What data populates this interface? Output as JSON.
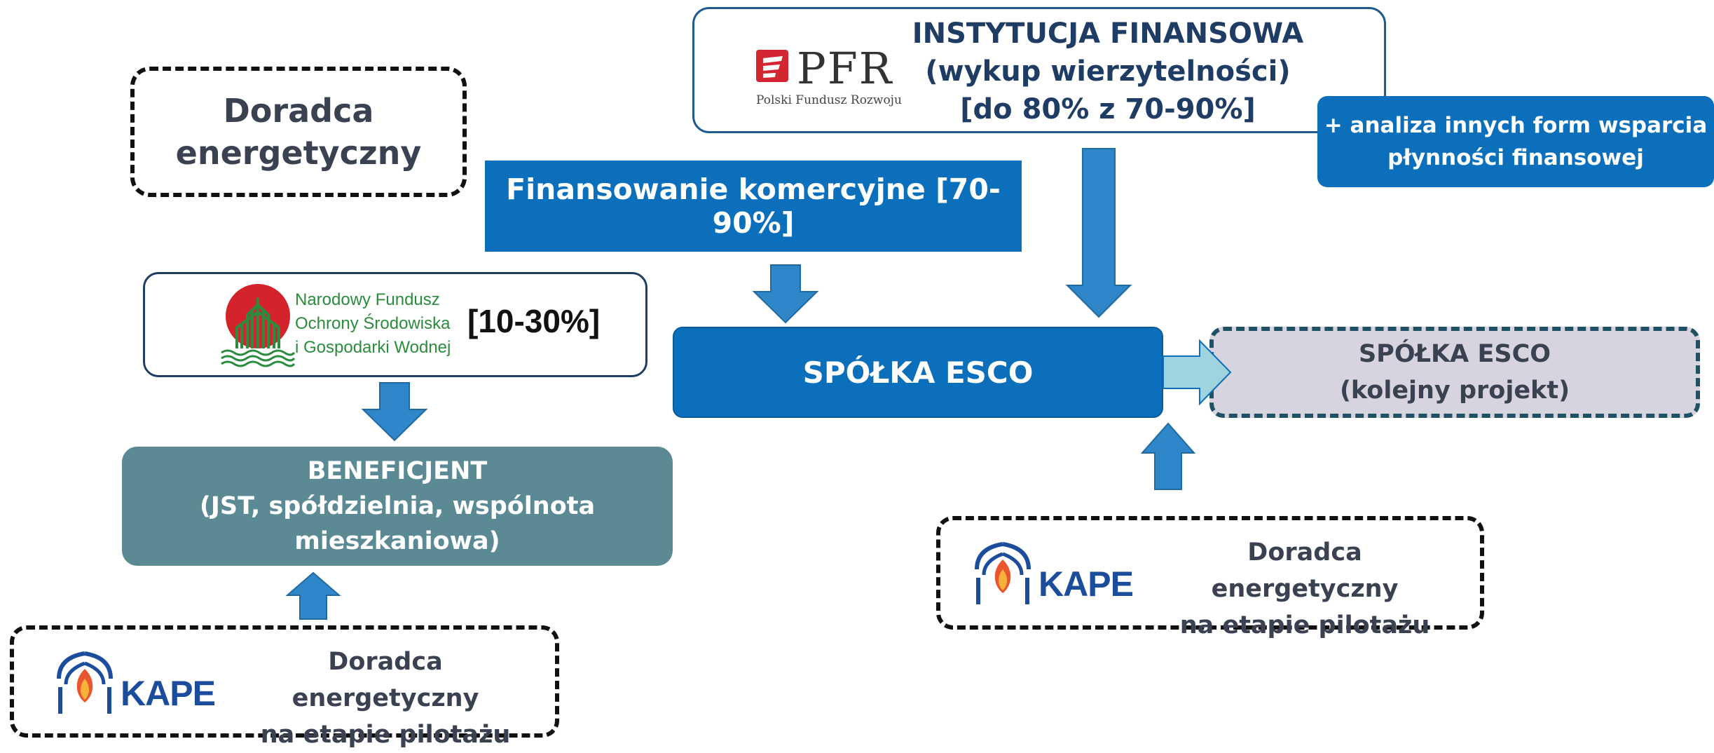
{
  "colors": {
    "primary_blue": "#0c6fbb",
    "teal": "#5b8994",
    "navy_text": "#1f3d64",
    "gray_text": "#3a4150",
    "light_lavender": "#d7d4df",
    "light_cyan_arrow": "#9fd3de",
    "kape_blue": "#1c4d9c",
    "nfos_green": "#2a8c3c",
    "nfos_red": "#d4232a",
    "pfr_red": "#d22630"
  },
  "advisor_top": {
    "label": "Doradca\nenergetyczny"
  },
  "financial_institution": {
    "logo": {
      "mark": "PFR",
      "caption": "Polski Fundusz Rozwoju",
      "icon": "pfr-logo-icon"
    },
    "label": "INSTYTUCJA FINANSOWA\n(wykup wierzytelności)\n[do 80% z 70-90%]"
  },
  "liquidity_analysis": {
    "label": "+ analiza innych form wsparcia\npłynności finansowej"
  },
  "commercial_financing": {
    "label": "Finansowanie komercyjne [70-90%]"
  },
  "nfosigw": {
    "logo": {
      "line1": "Narodowy Fundusz",
      "line2": "Ochrony Środowiska",
      "line3": "i Gospodarki Wodnej",
      "icon": "nfosigw-logo-icon"
    },
    "share": "[10-30%]"
  },
  "esco": {
    "label": "SPÓŁKA ESCO"
  },
  "esco_next": {
    "label": "SPÓŁKA ESCO\n(kolejny projekt)"
  },
  "beneficiary": {
    "label": "BENEFICJENT\n(JST, spółdzielnia, wspólnota\nmieszkaniowa)"
  },
  "kape_right": {
    "logo_text": "KAPE",
    "icon": "kape-logo-icon",
    "label": "Doradca energetyczny\nna etapie pilotażu"
  },
  "kape_left": {
    "logo_text": "KAPE",
    "icon": "kape-logo-icon",
    "label": "Doradca energetyczny\nna etapie pilotażu"
  }
}
